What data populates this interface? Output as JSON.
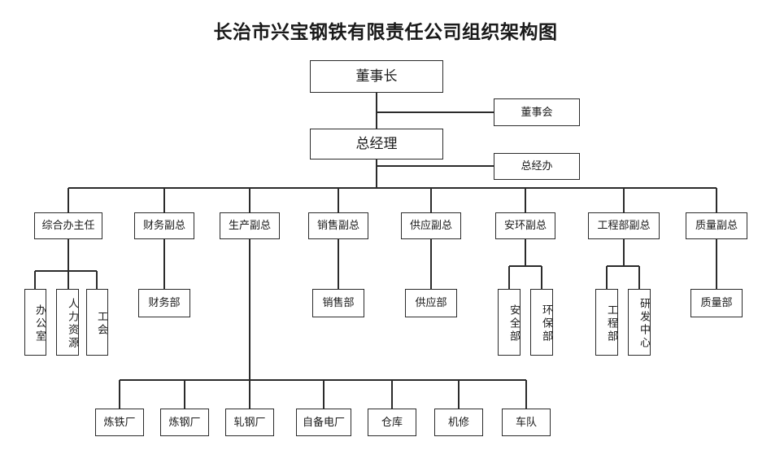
{
  "title": "长治市兴宝钢铁有限责任公司组织架构图",
  "colors": {
    "background": "#ffffff",
    "box_border": "#2b2b2b",
    "text": "#1a1a1a",
    "line": "#2b2b2b"
  },
  "nodes": {
    "chairman": "董事长",
    "board": "董事会",
    "general_manager": "总经理",
    "gm_office": "总经办"
  },
  "departments": [
    {
      "label": "综合办主任"
    },
    {
      "label": "财务副总"
    },
    {
      "label": "生产副总"
    },
    {
      "label": "销售副总"
    },
    {
      "label": "供应副总"
    },
    {
      "label": "安环副总"
    },
    {
      "label": "工程部副总"
    },
    {
      "label": "质量副总"
    }
  ],
  "sub_units": {
    "general_office": [
      "办公室",
      "人力资源",
      "工会"
    ],
    "finance": [
      "财务部"
    ],
    "sales": [
      "销售部"
    ],
    "supply": [
      "供应部"
    ],
    "safety_env": [
      "安全部",
      "环保部"
    ],
    "engineering": [
      "工程部",
      "研发中心"
    ],
    "quality": [
      "质量部"
    ]
  },
  "production_units": [
    "炼铁厂",
    "炼钢厂",
    "轧钢厂",
    "自备电厂",
    "仓库",
    "机修",
    "车队"
  ]
}
